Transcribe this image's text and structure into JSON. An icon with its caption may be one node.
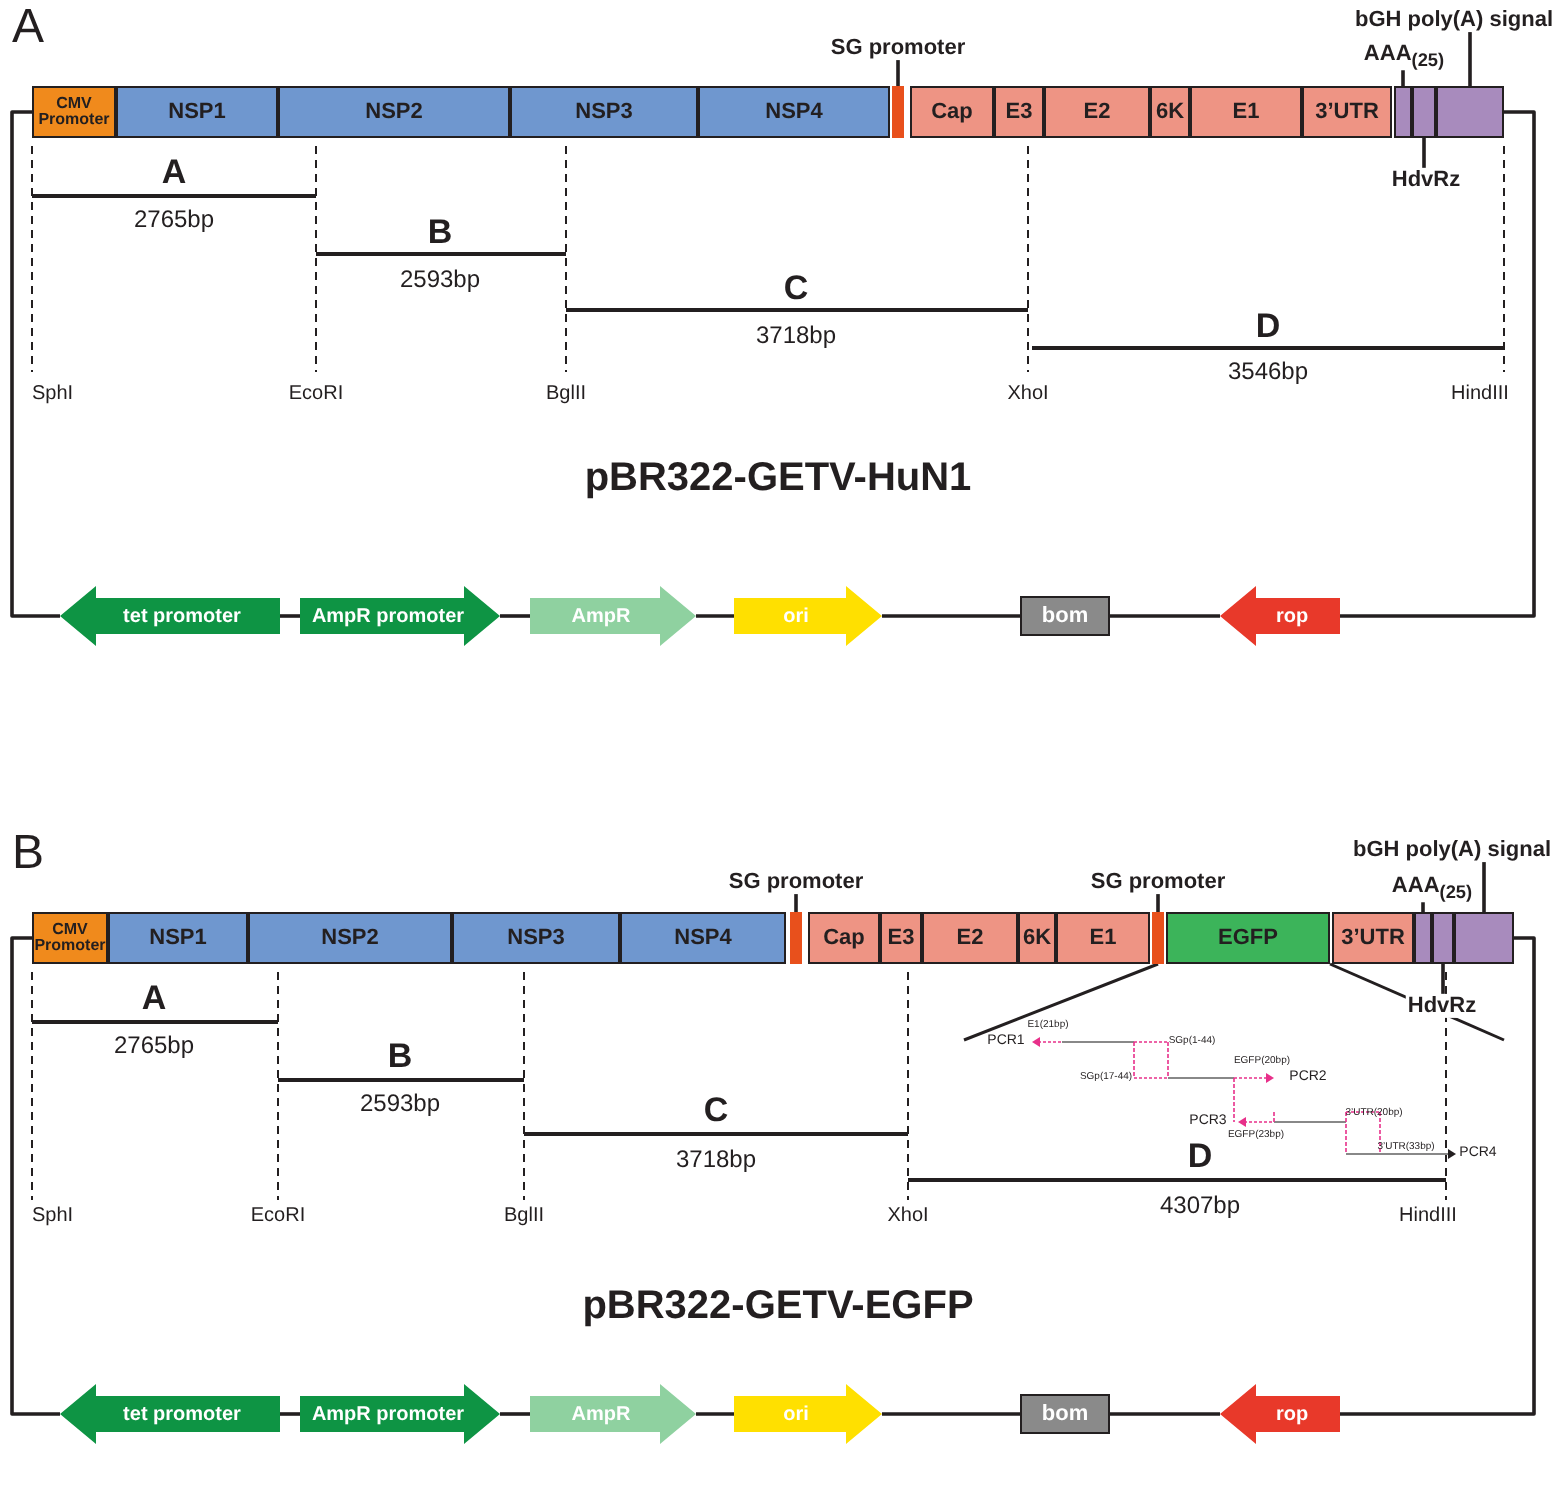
{
  "diagram": {
    "nodes": [
      {
        "text": [
          "CMV Promoter"
        ]
      },
      {
        "text": [
          "NSP1"
        ]
      },
      {
        "text": [
          "NSP2"
        ]
      },
      {
        "text": [
          "NSP3"
        ]
      },
      {
        "text": [
          "NSP4"
        ]
      },
      {
        "text": [],
        "shape": "bar"
      },
      {
        "text": [
          "Cap"
        ]
      },
      {
        "text": [
          "E3"
        ]
      },
      {
        "text": [
          "E2"
        ]
      },
      {
        "text": [
          "6K"
        ]
      },
      {
        "text": [
          "E1"
        ]
      },
      {
        "text": [
          "3’UTR"
        ]
      },
      {
        "text": [],
        "shape": "box"
      },
      {
        "text": [],
        "shape": "box"
      },
      {
        "text": [],
        "shape": "box"
      },
      {
        "text": [
          "SG promoter"
        ]
      },
      {
        "text": [
          "AAA$_{(25)}$"
        ]
      },
      {
        "text": [
          "bGH poly(A) signal"
        ]
      },
      {
        "text": [
          "HdvRz"
        ]
      },
      {
        "text": [
          "tet promoter"
        ]
      },
      {
        "text": [
          "AmpR promoter"
        ]
      },
      {
        "text": [
          "AmpR"
        ]
      },
      {
        "text": [
          "ori"
        ]
      },
      {
        "text": [
          "bom"
        ]
      },
      {
        "text": [
          "rop"
        ]
      },
      {
        "text": [
          "CMV Promoter"
        ]
      },
      {
        "text": [
          "NSP1"
        ]
      },
      {
        "text": [
          "NSP2"
        ]
      },
      {
        "text": [
          "NSP3"
        ]
      },
      {
        "text": [
          "NSP4"
        ]
      },
      {
        "text": [],
        "shape": "bar"
      },
      {
        "text": [
          "Cap"
        ]
      },
      {
        "text": [
          "E3"
        ]
      },
      {
        "text": [
          "E2"
        ]
      },
      {
        "text": [
          "6K"
        ]
      },
      {
        "text": [
          "E1"
        ]
      },
      {
        "text": [],
        "shape": "bar"
      },
      {
        "text": [
          "EGFP"
        ]
      },
      {
        "text": [
          "3’UTR"
        ]
      },
      {
        "text": [],
        "shape": "box"
      },
      {
        "text": [],
        "shape": "box"
      },
      {
        "text": [],
        "shape": "box"
      },
      {
        "text": [
          "SG promoter"
        ]
      },
      {
        "text": [
          "SG promoter"
        ]
      },
      {
        "text": [
          "AAA$_{(25)}$"
        ]
      },
      {
        "text": [
          "bGH poly(A) signal"
        ]
      },
      {
        "text": [
          "HdvRz"
        ]
      },
      {
        "text": [
          "tet promoter"
        ]
      },
      {
        "text": [
          "AmpR promoter"
        ]
      },
      {
        "text": [
          "AmpR"
        ]
      },
      {
        "text": [
          "ori"
        ]
      },
      {
        "text": [
          "bom"
        ]
      },
      {
        "text": [
          "rop"
        ]
      }
    ],
    "edges": [
      {
        "from": 15,
        "to": 5,
        "arrow": "none"
      },
      {
        "from": 16,
        "to": 12,
        "arrow": "none"
      },
      {
        "from": 17,
        "to": 14,
        "arrow": "none"
      },
      {
        "from": 18,
        "to": 13,
        "arrow": "none"
      },
      {
        "from": 0,
        "to": 19,
        "arrow": "none"
      },
      {
        "from": 19,
        "to": 20,
        "arrow": "none"
      },
      {
        "from": 20,
        "to": 21,
        "arrow": "none"
      },
      {
        "from": 21,
        "to": 22,
        "arrow": "none"
      },
      {
        "from": 22,
        "to": 23,
        "arrow": "none"
      },
      {
        "from": 23,
        "to": 24,
        "arrow": "none"
      },
      {
        "from": 24,
        "to": 14,
        "arrow": "none"
      },
      {
        "from": 42,
        "to": 30,
        "arrow": "none"
      },
      {
        "from": 43,
        "to": 36,
        "arrow": "none"
      },
      {
        "from": 44,
        "to": 39,
        "arrow": "none"
      },
      {
        "from": 45,
        "to": 41,
        "arrow": "none"
      },
      {
        "from": 46,
        "to": 40,
        "arrow": "none"
      },
      {
        "from": 25,
        "to": 47,
        "arrow": "none"
      },
      {
        "from": 47,
        "to": 48,
        "arrow": "none"
      },
      {
        "from": 48,
        "to": 49,
        "arrow": "none"
      },
      {
        "from": 49,
        "to": 50,
        "arrow": "none"
      },
      {
        "from": 50,
        "to": 51,
        "arrow": "none"
      },
      {
        "from": 51,
        "to": 52,
        "arrow": "none"
      },
      {
        "from": 52,
        "to": 41,
        "arrow": "none"
      }
    ],
    "labels": [
      "A",
      "A",
      "2765bp",
      "B",
      "2593bp",
      "C",
      "3718bp",
      "D",
      "3546bp",
      "SphI",
      "EcoRI",
      "BglII",
      "XhoI",
      "HindIII",
      "pBR322-GETV-HuN1",
      "B",
      "A",
      "2765bp",
      "B",
      "2593bp",
      "C",
      "3718bp",
      "E1(21bp)",
      "PCR1",
      "SGp(1-44)",
      "SGp(17-44)",
      "EGFP(20bp)",
      "PCR2",
      "PCR3",
      "EGFP(23bp)",
      "3’UTR(20bp)",
      "3’UTR(33bp)",
      "PCR4",
      "D",
      "4307bp",
      "SphI",
      "EcoRI",
      "BglII",
      "XhoI",
      "HindIII",
      "pBR322-GETV-EGFP"
    ]
  }
}
